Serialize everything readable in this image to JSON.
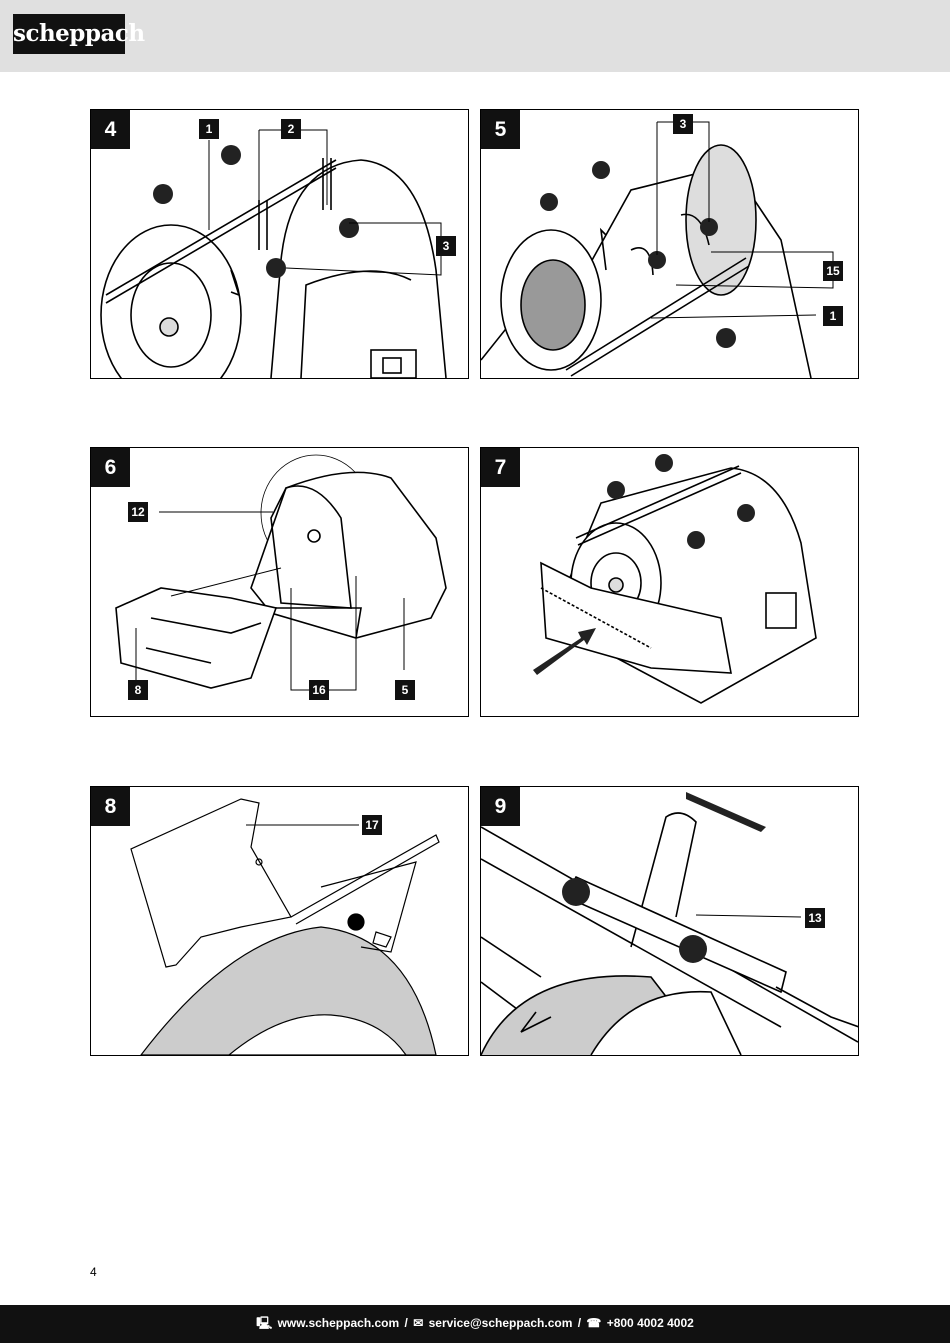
{
  "header": {
    "logo_text": "scheppach"
  },
  "figures": [
    {
      "number": "4",
      "callouts": [
        "1",
        "2",
        "3"
      ]
    },
    {
      "number": "5",
      "callouts": [
        "3",
        "15",
        "1"
      ]
    },
    {
      "number": "6",
      "callouts": [
        "12",
        "8",
        "16",
        "5"
      ]
    },
    {
      "number": "7",
      "callouts": []
    },
    {
      "number": "8",
      "callouts": [
        "17"
      ]
    },
    {
      "number": "9",
      "callouts": [
        "13"
      ]
    }
  ],
  "page_number": "4",
  "footer": {
    "web_icon": "computer-icon",
    "web": "www.scheppach.com",
    "sep1": "/",
    "mail_icon": "envelope-icon",
    "email": "service@scheppach.com",
    "sep2": "/",
    "phone_icon": "phone-icon",
    "phone": "+800 4002 4002"
  }
}
